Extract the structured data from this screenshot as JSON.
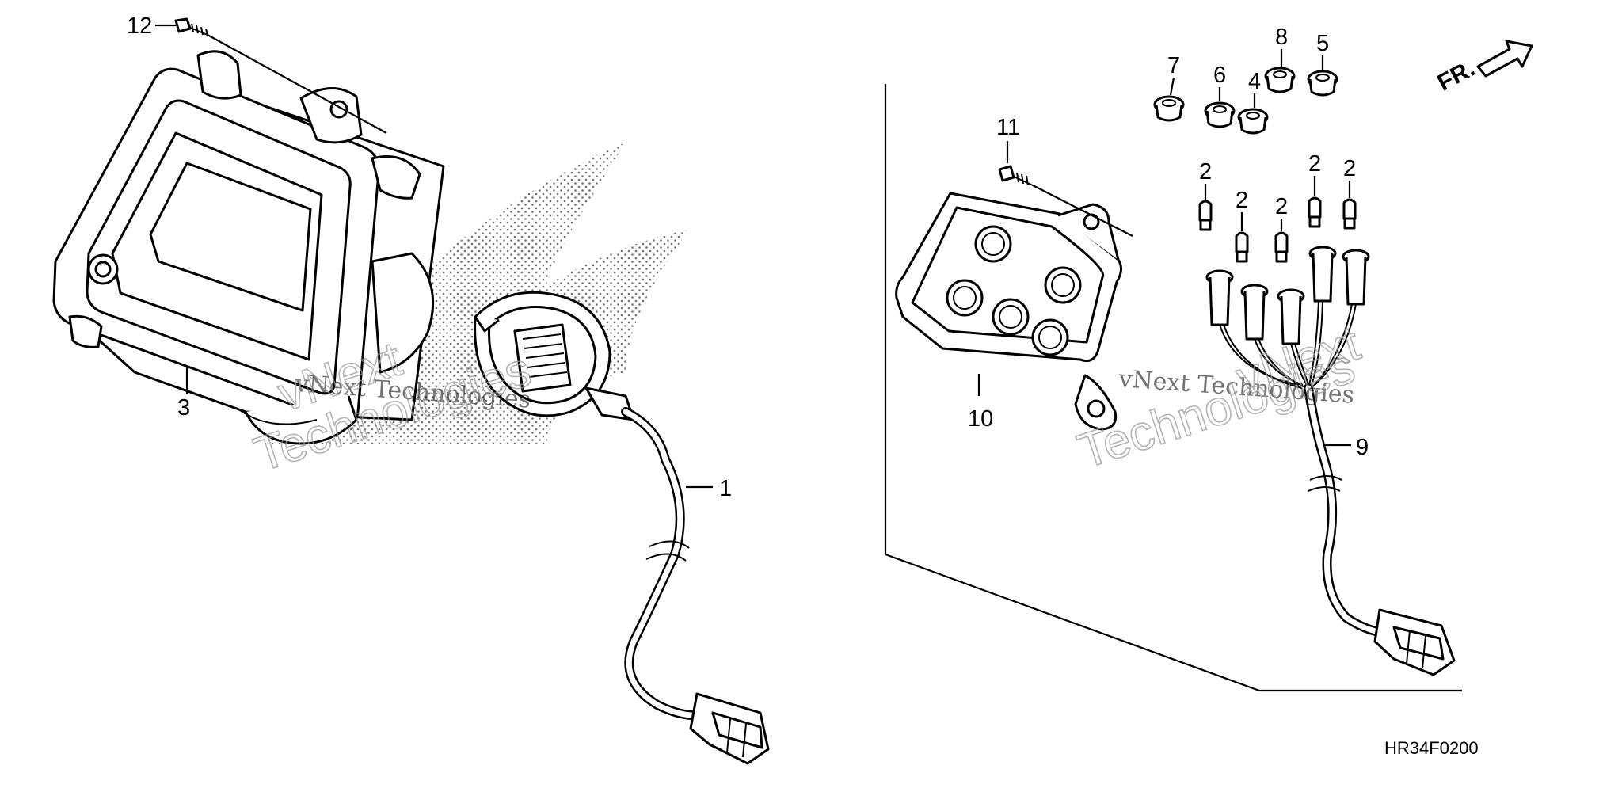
{
  "diagram": {
    "part_callouts": [
      "1",
      "2",
      "2",
      "2",
      "2",
      "2",
      "3",
      "4",
      "5",
      "6",
      "7",
      "8",
      "9",
      "10",
      "11",
      "12"
    ],
    "callout_1": "1",
    "callout_2a": "2",
    "callout_2b": "2",
    "callout_2c": "2",
    "callout_2d": "2",
    "callout_2e": "2",
    "callout_3": "3",
    "callout_4": "4",
    "callout_5": "5",
    "callout_6": "6",
    "callout_7": "7",
    "callout_8": "8",
    "callout_9": "9",
    "callout_10": "10",
    "callout_11": "11",
    "callout_12": "12",
    "direction_marker": "FR.",
    "figure_code": "HR34F0200"
  },
  "watermark": {
    "small_text": "vNext Technologies",
    "large_word_1": "vNext",
    "large_word_2": "Technologies"
  }
}
